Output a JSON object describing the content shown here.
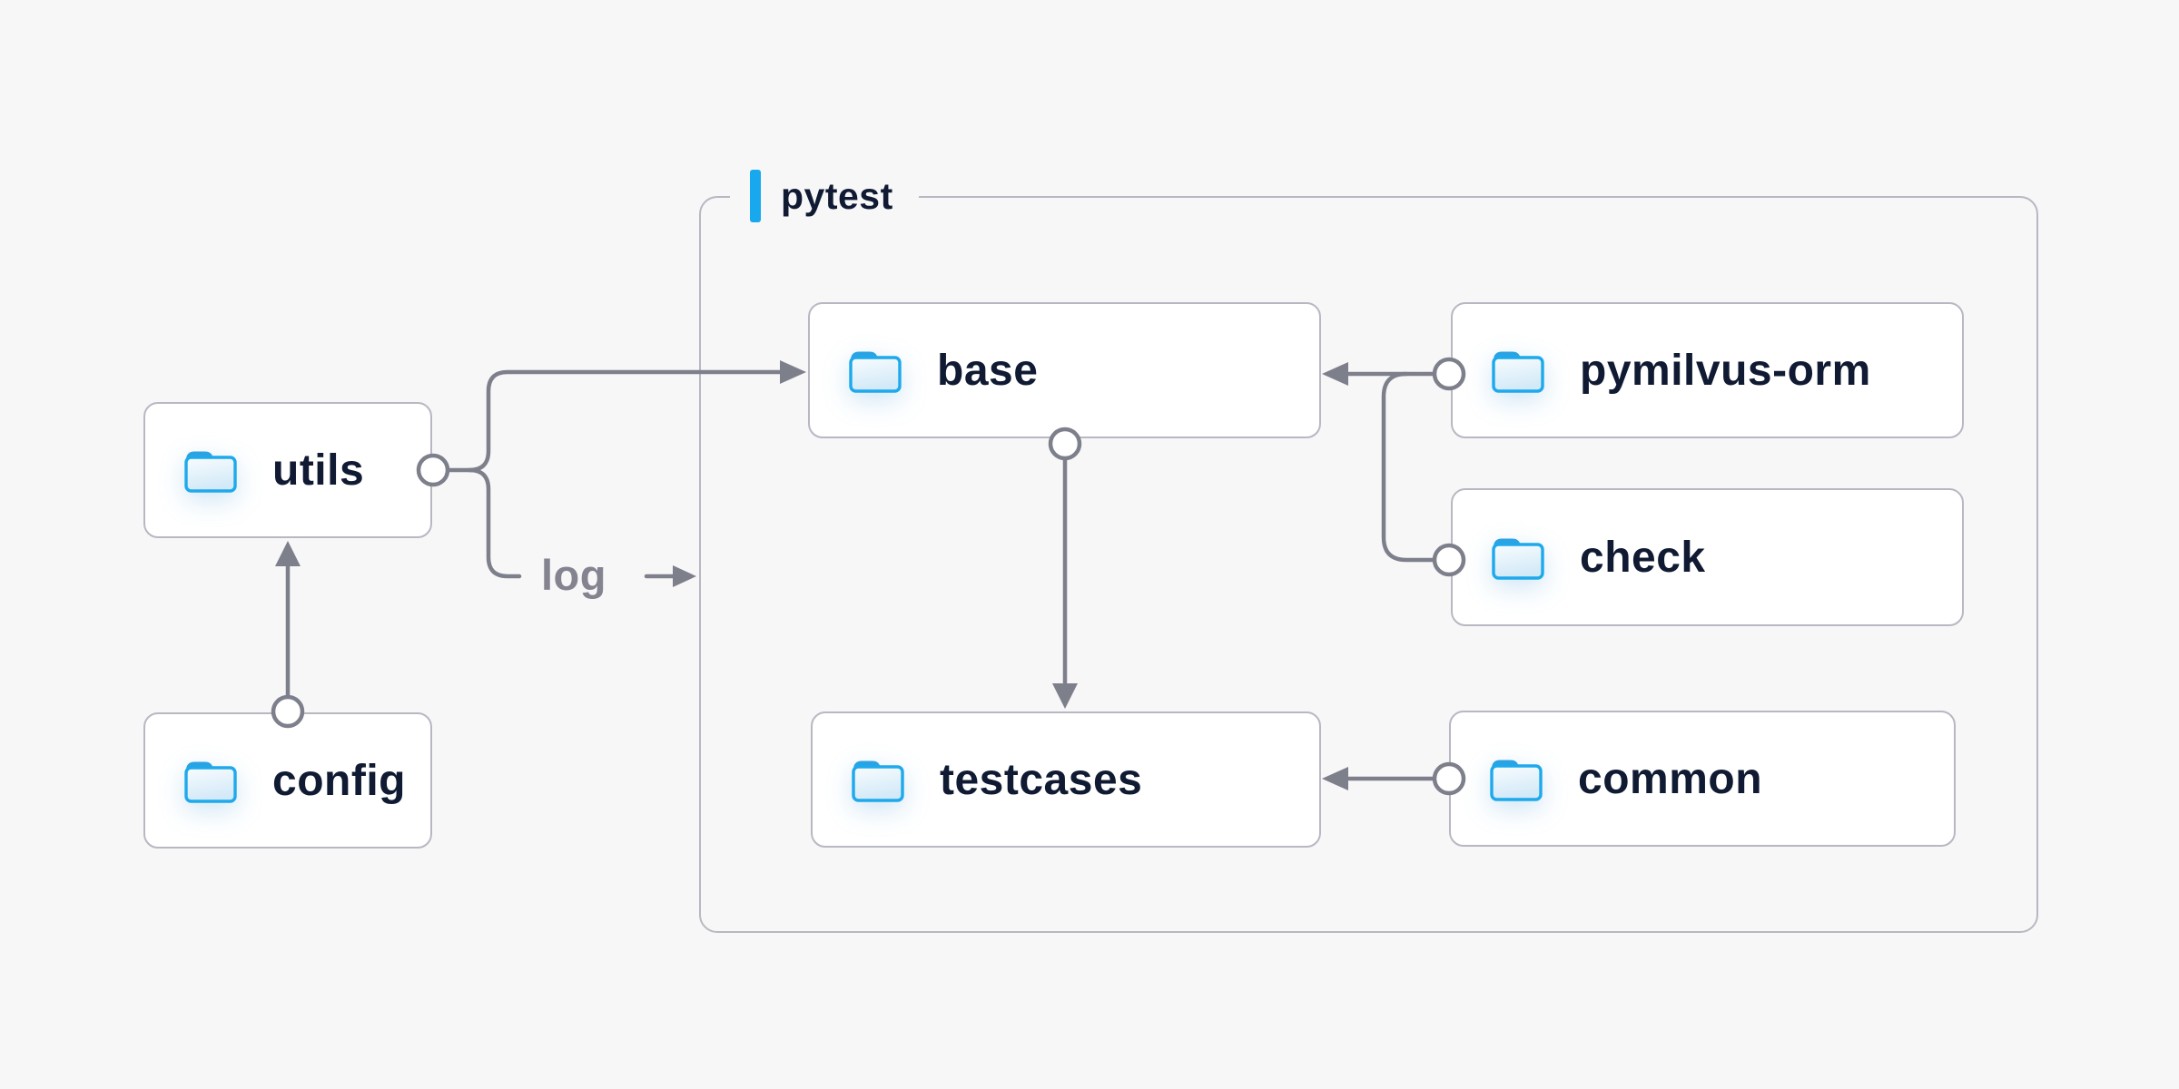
{
  "theme": {
    "page-bg": "#f7f7f8",
    "node-bg": "#ffffff",
    "node-border": "#b7b8c2",
    "node-text": "#101b33",
    "line-color": "#7d7f8b",
    "muted-text": "#83848f",
    "accent-blue": "#18a8ee",
    "folder-blue": "#1ea9ec",
    "folder-tab": "#2ba3e3"
  },
  "diagram": {
    "group": {
      "label": "pytest"
    },
    "nodes": [
      {
        "id": "utils",
        "label": "utils",
        "icon": "folder-icon"
      },
      {
        "id": "config",
        "label": "config",
        "icon": "folder-icon"
      },
      {
        "id": "base",
        "label": "base",
        "icon": "folder-icon"
      },
      {
        "id": "pymilvus-orm",
        "label": "pymilvus-orm",
        "icon": "folder-icon"
      },
      {
        "id": "check",
        "label": "check",
        "icon": "folder-icon"
      },
      {
        "id": "testcases",
        "label": "testcases",
        "icon": "folder-icon"
      },
      {
        "id": "common",
        "label": "common",
        "icon": "folder-icon"
      }
    ],
    "edges": [
      {
        "from": "config",
        "to": "utils",
        "label": ""
      },
      {
        "from": "utils",
        "to": "base",
        "label": ""
      },
      {
        "from": "utils",
        "to": "pytest-group",
        "label": "log"
      },
      {
        "from": "pymilvus-orm",
        "to": "base",
        "label": ""
      },
      {
        "from": "check",
        "to": "base",
        "label": ""
      },
      {
        "from": "base",
        "to": "testcases",
        "label": ""
      },
      {
        "from": "common",
        "to": "testcases",
        "label": ""
      }
    ],
    "edge_label_log": "log"
  }
}
